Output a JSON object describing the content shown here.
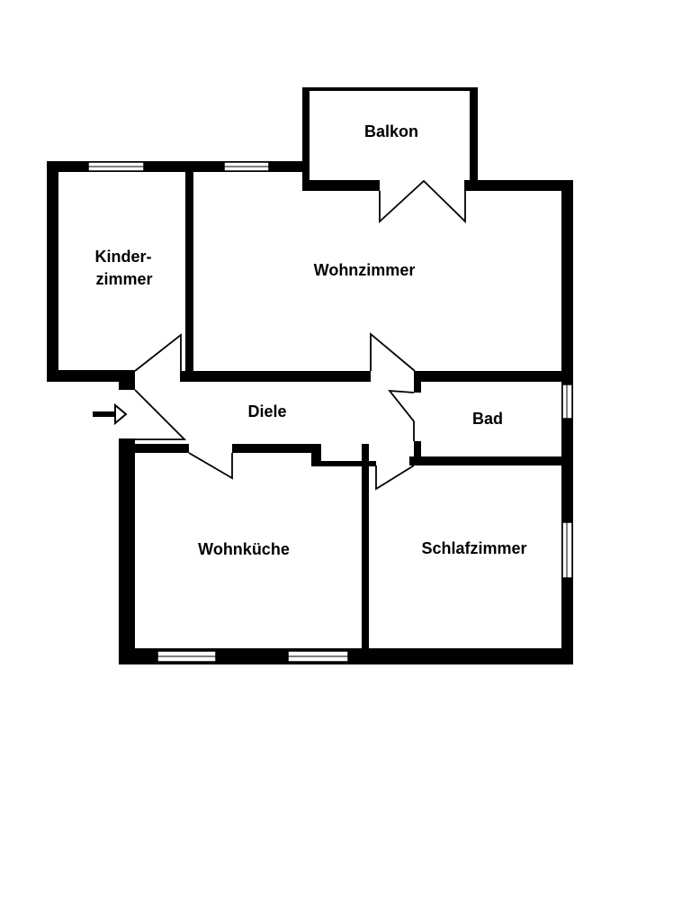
{
  "title": "Floor plan",
  "rooms": {
    "balkon": "Balkon",
    "kinderzimmer_line1": "Kinder-",
    "kinderzimmer_line2": "zimmer",
    "wohnzimmer": "Wohnzimmer",
    "diele": "Diele",
    "bad": "Bad",
    "wohnkueche": "Wohnküche",
    "schlafzimmer": "Schlafzimmer"
  },
  "entrance": {
    "icon": "entrance-arrow-icon"
  },
  "colors": {
    "wall": "#000000",
    "background": "#ffffff"
  }
}
